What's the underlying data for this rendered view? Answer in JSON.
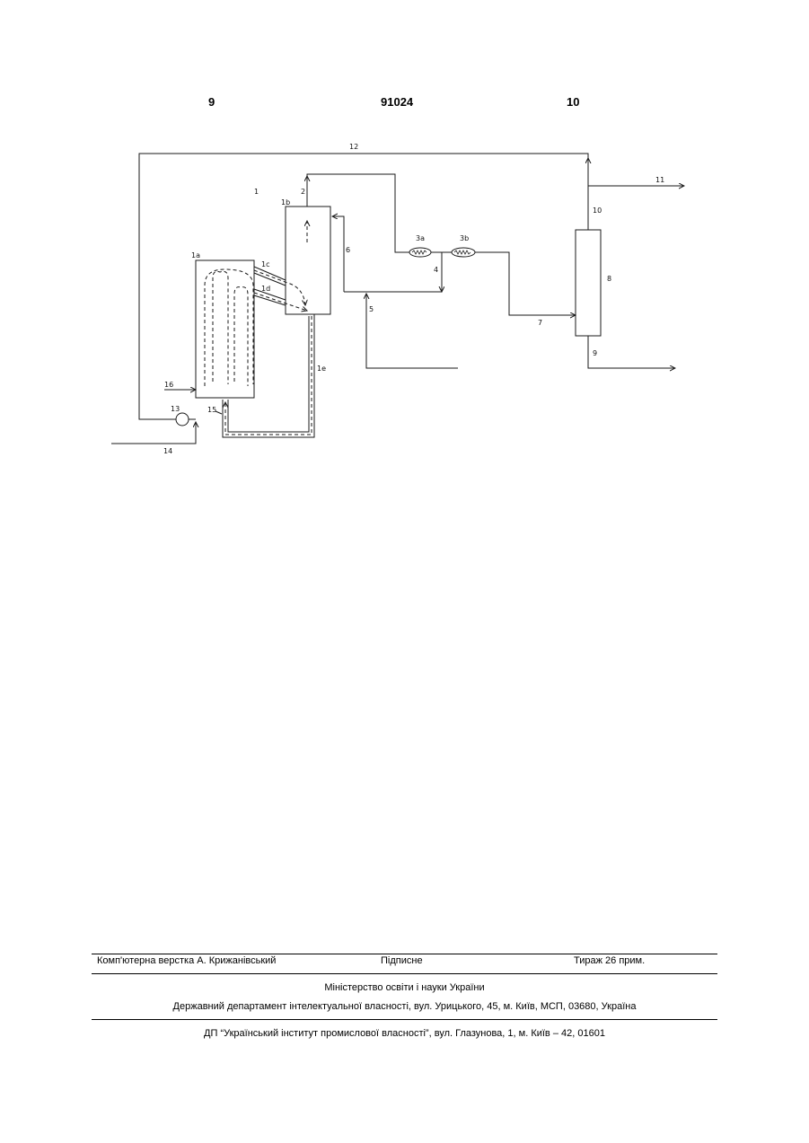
{
  "header": {
    "page_left": "9",
    "patent_number": "91024",
    "page_right": "10"
  },
  "diagram_labels": {
    "l1": "1",
    "l1a": "1a",
    "l1b": "1b",
    "l1c": "1c",
    "l1d": "1d",
    "l1e": "1e",
    "l2": "2",
    "l3a": "3a",
    "l3b": "3b",
    "l4": "4",
    "l5": "5",
    "l6": "6",
    "l7": "7",
    "l8": "8",
    "l9": "9",
    "l10": "10",
    "l11": "11",
    "l12": "12",
    "l13": "13",
    "l14": "14",
    "l15": "15",
    "l16": "16"
  },
  "footer": {
    "typesetting": "Комп'ютерна верстка А. Крижанівський",
    "signed": "Підписне",
    "circulation": "Тираж 26 прим.",
    "ministry": "Міністерство освіти і науки України",
    "department": "Державний департамент інтелектуальної власності, вул. Урицького, 45, м. Київ, МСП, 03680, Україна",
    "institute": "ДП “Український інститут промислової власності”, вул. Глазунова, 1, м. Київ – 42, 01601"
  }
}
